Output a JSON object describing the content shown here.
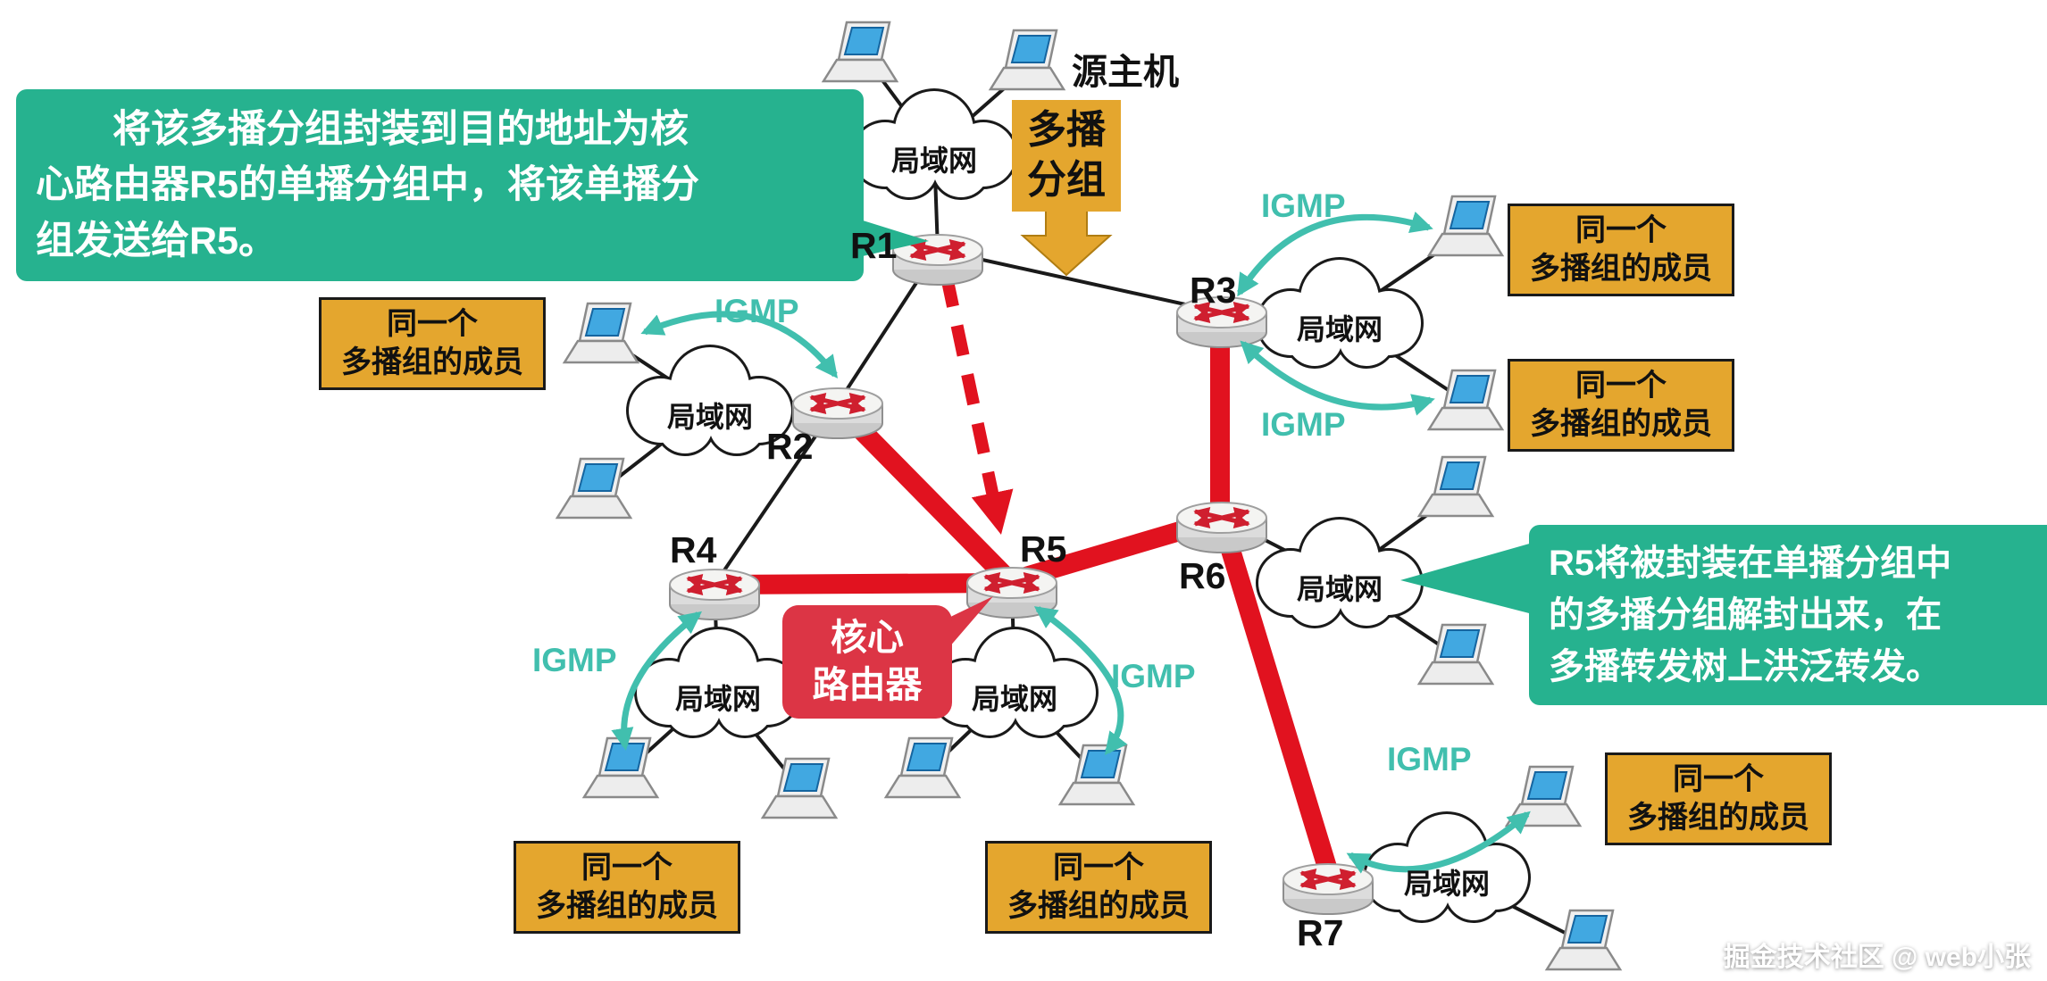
{
  "callout_left": {
    "lines": [
      "将该多播分组封装到目的地址为核",
      "心路由器R5的单播分组中，将该单播分",
      "组发送给R5。"
    ]
  },
  "callout_right": {
    "lines": [
      "R5将被封装在单播分组中",
      "的多播分组解封出来，在",
      "多播转发树上洪泛转发。"
    ]
  },
  "labels": {
    "lan": "局域网",
    "igmp": "IGMP",
    "source_host": "源主机",
    "multicast_packet_line1": "多播",
    "multicast_packet_line2": "分组",
    "core_router_line1": "核心",
    "core_router_line2": "路由器",
    "member_line1": "同一个",
    "member_line2": "多播组的成员",
    "watermark": "掘金技术社区 @ web小张"
  },
  "routers": {
    "r1": "R1",
    "r2": "R2",
    "r3": "R3",
    "r4": "R4",
    "r5": "R5",
    "r6": "R6",
    "r7": "R7"
  },
  "colors": {
    "callout_teal": "#26b28f",
    "member_gold": "#e4a62e",
    "tree_red": "#e1121f",
    "core_red": "#dc3545",
    "igmp_teal": "#41bfae",
    "laptop_blue": "#41a8e1"
  }
}
